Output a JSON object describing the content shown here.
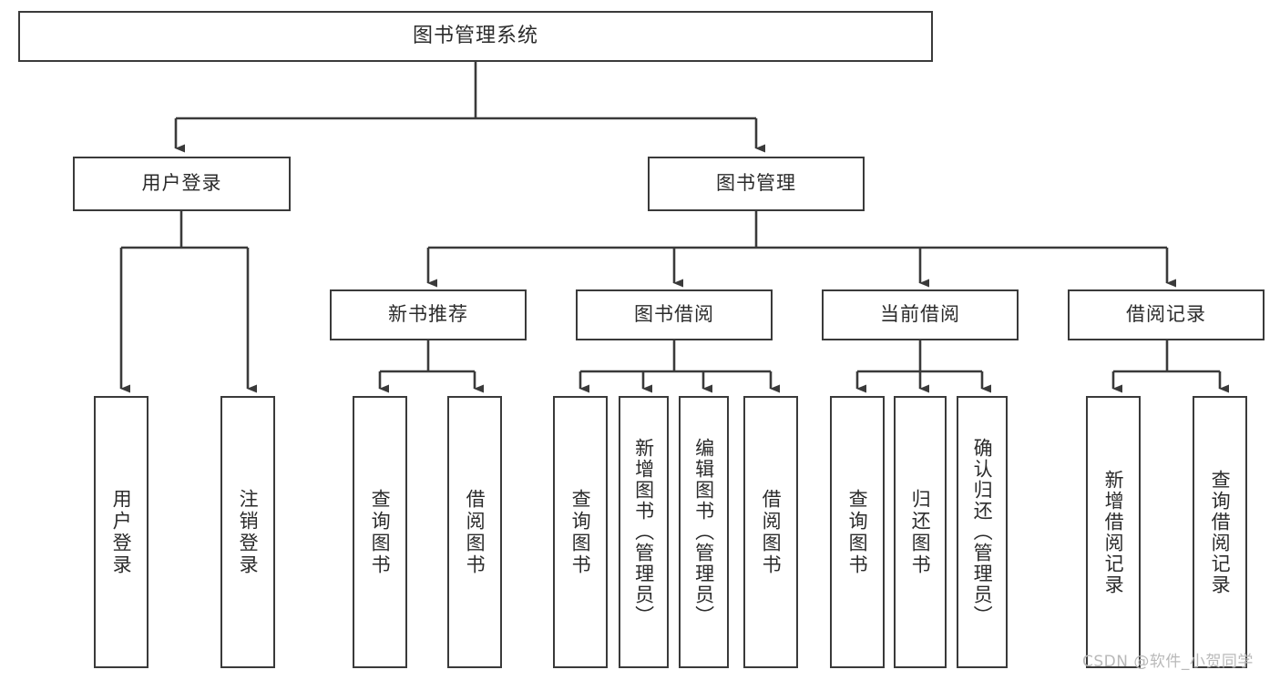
{
  "diagram": {
    "title": "图书管理系统",
    "type": "hierarchy-tree",
    "root": {
      "label": "图书管理系统"
    },
    "level1": [
      {
        "id": "user-login",
        "label": "用户登录"
      },
      {
        "id": "book-manage",
        "label": "图书管理"
      }
    ],
    "level2": [
      {
        "id": "new-book-recommend",
        "label": "新书推荐",
        "parent": "book-manage"
      },
      {
        "id": "book-borrow",
        "label": "图书借阅",
        "parent": "book-manage"
      },
      {
        "id": "current-borrow",
        "label": "当前借阅",
        "parent": "book-manage"
      },
      {
        "id": "borrow-record",
        "label": "借阅记录",
        "parent": "book-manage"
      }
    ],
    "leaves": [
      {
        "id": "leaf-user-login",
        "label": "用户登录",
        "parent": "user-login"
      },
      {
        "id": "leaf-user-logout",
        "label": "注销登录",
        "parent": "user-login"
      },
      {
        "id": "leaf-query-book-1",
        "label": "查询图书",
        "parent": "new-book-recommend"
      },
      {
        "id": "leaf-borrow-book-1",
        "label": "借阅图书",
        "parent": "new-book-recommend"
      },
      {
        "id": "leaf-query-book-2",
        "label": "查询图书",
        "parent": "book-borrow"
      },
      {
        "id": "leaf-add-book",
        "label": "新增图书（管理员）",
        "parent": "book-borrow"
      },
      {
        "id": "leaf-edit-book",
        "label": "编辑图书（管理员）",
        "parent": "book-borrow"
      },
      {
        "id": "leaf-borrow-book-2",
        "label": "借阅图书",
        "parent": "book-borrow"
      },
      {
        "id": "leaf-query-book-3",
        "label": "查询图书",
        "parent": "current-borrow"
      },
      {
        "id": "leaf-return-book",
        "label": "归还图书",
        "parent": "current-borrow"
      },
      {
        "id": "leaf-confirm-return",
        "label": "确认归还（管理员）",
        "parent": "current-borrow"
      },
      {
        "id": "leaf-add-record",
        "label": "新增借阅记录",
        "parent": "borrow-record"
      },
      {
        "id": "leaf-query-record",
        "label": "查询借阅记录",
        "parent": "borrow-record"
      }
    ]
  },
  "watermark": {
    "text": "CSDN @软件_小贺同学"
  },
  "colors": {
    "stroke": "#3a3a3a",
    "text": "#2b2b2b",
    "background": "#ffffff",
    "watermark": "#b9b9b9"
  }
}
